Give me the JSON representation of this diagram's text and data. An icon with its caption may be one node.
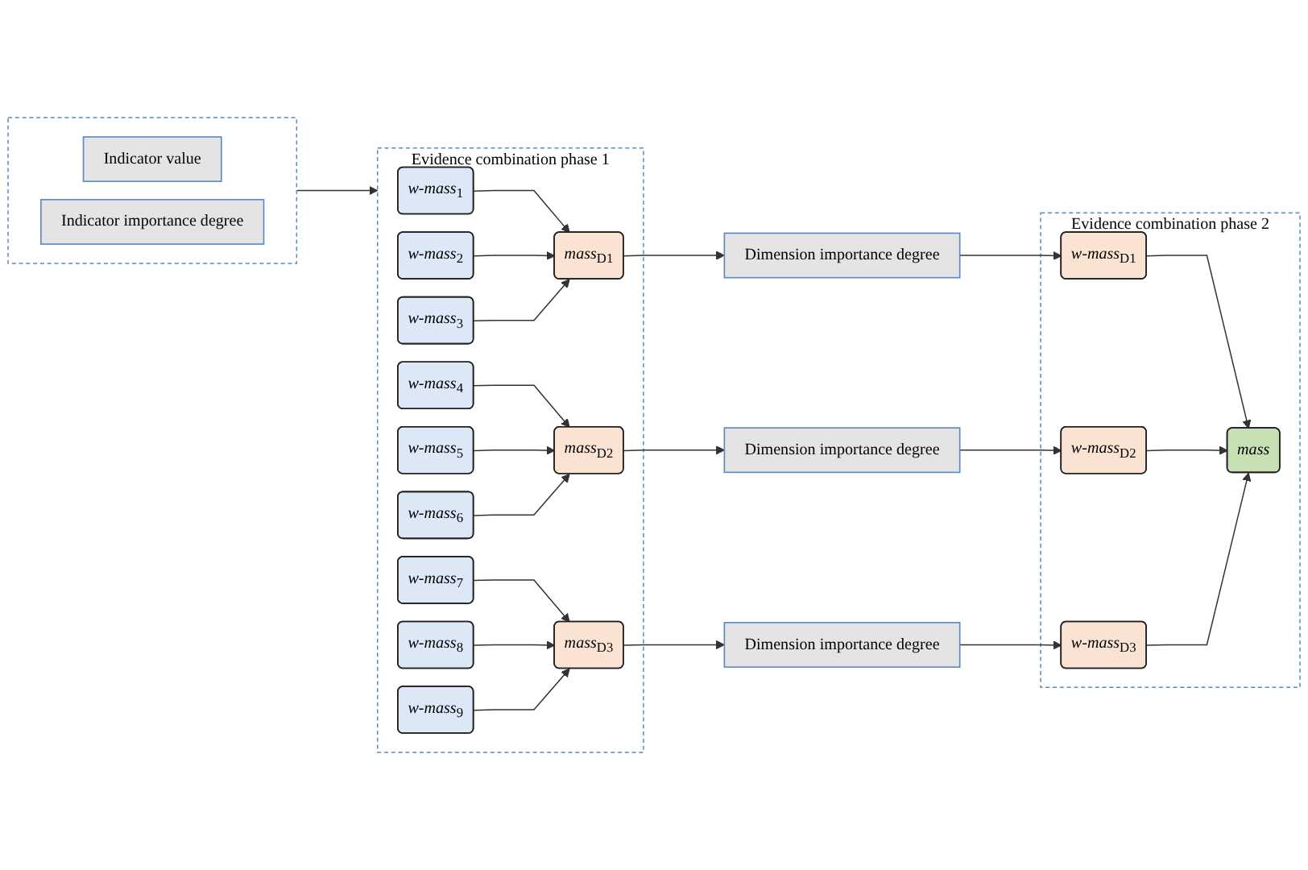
{
  "diagram": {
    "nodes": [
      {
        "text": [],
        "shape": "box"
      },
      {
        "text": [
          "Indicator value"
        ],
        "in": 0
      },
      {
        "text": [
          "Indicator importance degree"
        ],
        "in": 0
      },
      {
        "text": [
          "Evidence combination phase 1"
        ]
      },
      {
        "text": [
          "*w-mass*$_{1}$"
        ],
        "in": 3
      },
      {
        "text": [
          "*w-mass*$_{2}$"
        ],
        "in": 3
      },
      {
        "text": [
          "*w-mass*$_{3}$"
        ],
        "in": 3
      },
      {
        "text": [
          "*w-mass*$_{4}$"
        ],
        "in": 3
      },
      {
        "text": [
          "*w-mass*$_{5}$"
        ],
        "in": 3
      },
      {
        "text": [
          "*w-mass*$_{6}$"
        ],
        "in": 3
      },
      {
        "text": [
          "*w-mass*$_{7}$"
        ],
        "in": 3
      },
      {
        "text": [
          "*w-mass*$_{8}$"
        ],
        "in": 3
      },
      {
        "text": [
          "*w-mass*$_{9}$"
        ],
        "in": 3
      },
      {
        "text": [
          "*mass*$_{D1}$"
        ],
        "in": 3
      },
      {
        "text": [
          "*mass*$_{D2}$"
        ],
        "in": 3
      },
      {
        "text": [
          "*mass*$_{D3}$"
        ],
        "in": 3
      },
      {
        "text": [
          "Dimension importance degree"
        ]
      },
      {
        "text": [
          "Dimension importance degree"
        ]
      },
      {
        "text": [
          "Dimension importance degree"
        ]
      },
      {
        "text": [
          "Evidence combination phase 2"
        ]
      },
      {
        "text": [
          "*w-mass*$_{D1}$"
        ],
        "in": 19
      },
      {
        "text": [
          "*w-mass*$_{D2}$"
        ],
        "in": 19
      },
      {
        "text": [
          "*w-mass*$_{D3}$"
        ],
        "in": 19
      },
      {
        "text": [
          "*mass*"
        ],
        "in": 19
      }
    ],
    "edges": [
      {
        "from": 0,
        "to": 3,
        "arrow": "to"
      },
      {
        "from": 4,
        "to": 13,
        "arrow": "to"
      },
      {
        "from": 5,
        "to": 13,
        "arrow": "to"
      },
      {
        "from": 6,
        "to": 13,
        "arrow": "to"
      },
      {
        "from": 7,
        "to": 14,
        "arrow": "to"
      },
      {
        "from": 8,
        "to": 14,
        "arrow": "to"
      },
      {
        "from": 9,
        "to": 14,
        "arrow": "to"
      },
      {
        "from": 10,
        "to": 15,
        "arrow": "to"
      },
      {
        "from": 11,
        "to": 15,
        "arrow": "to"
      },
      {
        "from": 12,
        "to": 15,
        "arrow": "to"
      },
      {
        "from": 13,
        "to": 16,
        "arrow": "to"
      },
      {
        "from": 14,
        "to": 17,
        "arrow": "to"
      },
      {
        "from": 15,
        "to": 18,
        "arrow": "to"
      },
      {
        "from": 16,
        "to": 20,
        "arrow": "to"
      },
      {
        "from": 17,
        "to": 21,
        "arrow": "to"
      },
      {
        "from": 18,
        "to": 22,
        "arrow": "to"
      },
      {
        "from": 20,
        "to": 23,
        "arrow": "to"
      },
      {
        "from": 21,
        "to": 23,
        "arrow": "to"
      },
      {
        "from": 22,
        "to": 23,
        "arrow": "to"
      }
    ]
  }
}
